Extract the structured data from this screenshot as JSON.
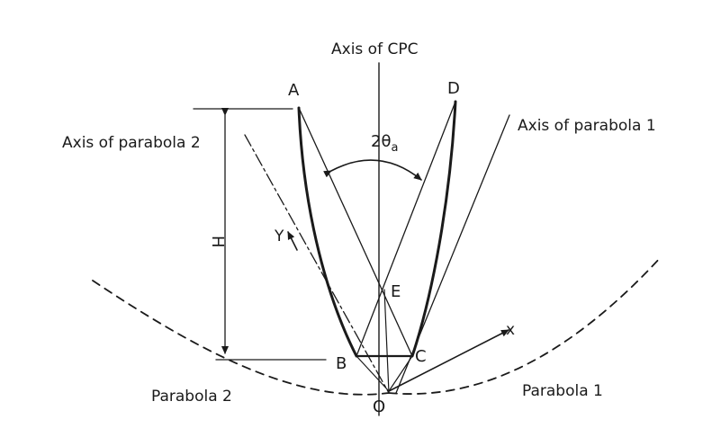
{
  "labels": {
    "axis_cpc": "Axis of CPC",
    "axis_parabola_2": "Axis of parabola 2",
    "axis_parabola_1": "Axis of parabola 1",
    "angle": "2θ",
    "angle_sub": "a",
    "height": "H",
    "point_a": "A",
    "point_b": "B",
    "point_c": "C",
    "point_d": "D",
    "point_e": "E",
    "point_o": "O",
    "x_axis": "x",
    "y_axis": "Y",
    "parabola_1": "Parabola 1",
    "parabola_2": "Parabola 2"
  },
  "colors": {
    "ink": "#1a1a1a",
    "background": "#ffffff"
  }
}
